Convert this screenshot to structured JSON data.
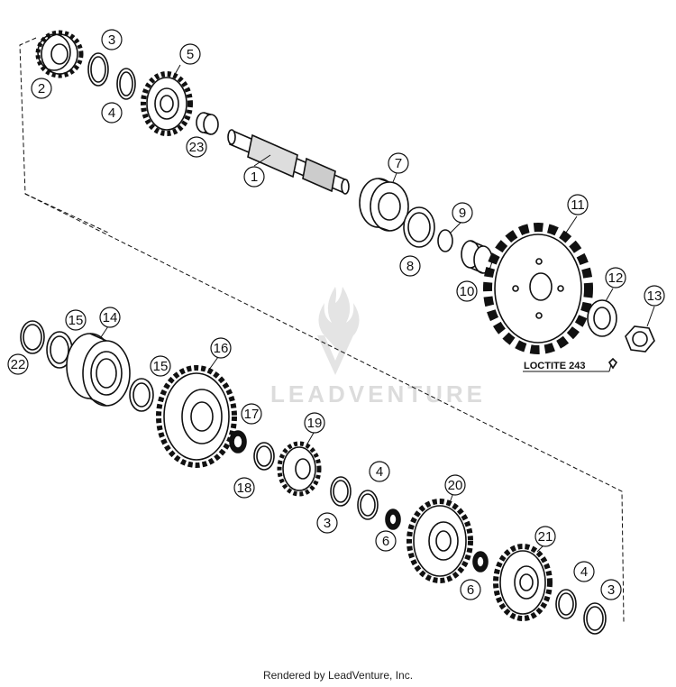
{
  "watermark": {
    "text": "LEADVENTURE"
  },
  "note": {
    "text": "LOCTITE 243"
  },
  "footer": {
    "text": "Rendered by LeadVenture, Inc."
  },
  "callouts": [
    {
      "id": "c2",
      "label": "2"
    },
    {
      "id": "c3a",
      "label": "3"
    },
    {
      "id": "c4a",
      "label": "4"
    },
    {
      "id": "c5",
      "label": "5"
    },
    {
      "id": "c23",
      "label": "23"
    },
    {
      "id": "c1",
      "label": "1"
    },
    {
      "id": "c7",
      "label": "7"
    },
    {
      "id": "c8",
      "label": "8"
    },
    {
      "id": "c9",
      "label": "9"
    },
    {
      "id": "c10",
      "label": "10"
    },
    {
      "id": "c11",
      "label": "11"
    },
    {
      "id": "c12",
      "label": "12"
    },
    {
      "id": "c13",
      "label": "13"
    },
    {
      "id": "c22",
      "label": "22"
    },
    {
      "id": "c15a",
      "label": "15"
    },
    {
      "id": "c14",
      "label": "14"
    },
    {
      "id": "c15b",
      "label": "15"
    },
    {
      "id": "c16",
      "label": "16"
    },
    {
      "id": "c17",
      "label": "17"
    },
    {
      "id": "c18",
      "label": "18"
    },
    {
      "id": "c19",
      "label": "19"
    },
    {
      "id": "c3b",
      "label": "3"
    },
    {
      "id": "c4b",
      "label": "4"
    },
    {
      "id": "c6a",
      "label": "6"
    },
    {
      "id": "c20",
      "label": "20"
    },
    {
      "id": "c6b",
      "label": "6"
    },
    {
      "id": "c21",
      "label": "21"
    },
    {
      "id": "c4c",
      "label": "4"
    },
    {
      "id": "c3c",
      "label": "3"
    }
  ]
}
